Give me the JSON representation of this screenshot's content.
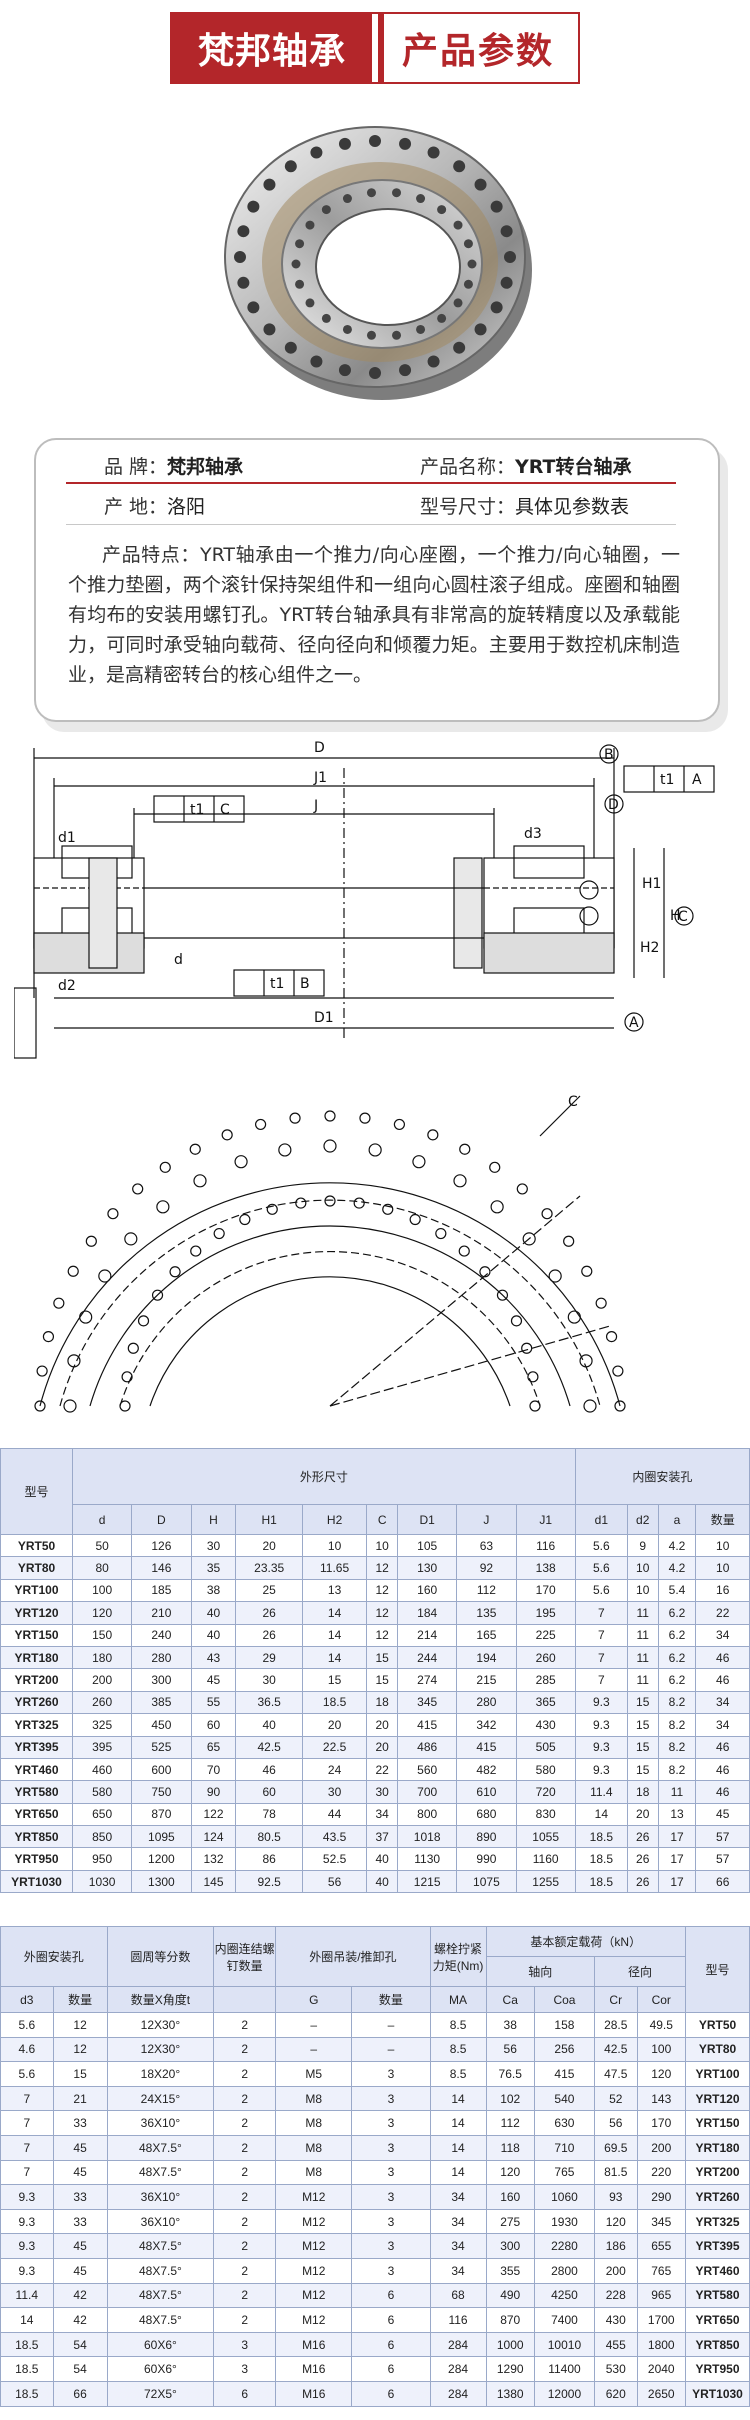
{
  "banner": {
    "brand": "梵邦轴承",
    "section": "产品参数"
  },
  "info": {
    "brand_label": "品    牌：",
    "brand_value": "梵邦轴承",
    "name_label": "产品名称：",
    "name_value": "YRT转台轴承",
    "origin_label": "产    地：",
    "origin_value": "洛阳",
    "size_label": "型号尺寸：",
    "size_value": "具体见参数表",
    "description": "产品特点：YRT轴承由一个推力/向心座圈，一个推力/向心轴圈，一个推力垫圈，两个滚针保持架组件和一组向心圆柱滚子组成。座圈和轴圈有均布的安装用螺钉孔。YRT转台轴承具有非常高的旋转精度以及承载能力，可同时承受轴向载荷、径向径向和倾覆力矩。主要用于数控机床制造业，是高精密转台的核心组件之一。"
  },
  "drawing": {
    "labels": {
      "D": "D",
      "J1": "J1",
      "J": "J",
      "B": "B",
      "t1": "t1",
      "A": "A",
      "C": "C",
      "d1": "d1",
      "d3": "d3",
      "H1": "H1",
      "H": "H",
      "H2": "H2",
      "d": "d",
      "d2": "d2",
      "D1": "D1",
      "c": "C"
    }
  },
  "table1": {
    "col_model": "型号",
    "group_outer": "外形尺寸",
    "group_inner": "内圈安装孔",
    "cols": [
      "d",
      "D",
      "H",
      "H1",
      "H2",
      "C",
      "D1",
      "J",
      "J1",
      "d1",
      "d2",
      "a",
      "数量"
    ],
    "rows": [
      [
        "YRT50",
        "50",
        "126",
        "30",
        "20",
        "10",
        "10",
        "105",
        "63",
        "116",
        "5.6",
        "9",
        "4.2",
        "10"
      ],
      [
        "YRT80",
        "80",
        "146",
        "35",
        "23.35",
        "11.65",
        "12",
        "130",
        "92",
        "138",
        "5.6",
        "10",
        "4.2",
        "10"
      ],
      [
        "YRT100",
        "100",
        "185",
        "38",
        "25",
        "13",
        "12",
        "160",
        "112",
        "170",
        "5.6",
        "10",
        "5.4",
        "16"
      ],
      [
        "YRT120",
        "120",
        "210",
        "40",
        "26",
        "14",
        "12",
        "184",
        "135",
        "195",
        "7",
        "11",
        "6.2",
        "22"
      ],
      [
        "YRT150",
        "150",
        "240",
        "40",
        "26",
        "14",
        "12",
        "214",
        "165",
        "225",
        "7",
        "11",
        "6.2",
        "34"
      ],
      [
        "YRT180",
        "180",
        "280",
        "43",
        "29",
        "14",
        "15",
        "244",
        "194",
        "260",
        "7",
        "11",
        "6.2",
        "46"
      ],
      [
        "YRT200",
        "200",
        "300",
        "45",
        "30",
        "15",
        "15",
        "274",
        "215",
        "285",
        "7",
        "11",
        "6.2",
        "46"
      ],
      [
        "YRT260",
        "260",
        "385",
        "55",
        "36.5",
        "18.5",
        "18",
        "345",
        "280",
        "365",
        "9.3",
        "15",
        "8.2",
        "34"
      ],
      [
        "YRT325",
        "325",
        "450",
        "60",
        "40",
        "20",
        "20",
        "415",
        "342",
        "430",
        "9.3",
        "15",
        "8.2",
        "34"
      ],
      [
        "YRT395",
        "395",
        "525",
        "65",
        "42.5",
        "22.5",
        "20",
        "486",
        "415",
        "505",
        "9.3",
        "15",
        "8.2",
        "46"
      ],
      [
        "YRT460",
        "460",
        "600",
        "70",
        "46",
        "24",
        "22",
        "560",
        "482",
        "580",
        "9.3",
        "15",
        "8.2",
        "46"
      ],
      [
        "YRT580",
        "580",
        "750",
        "90",
        "60",
        "30",
        "30",
        "700",
        "610",
        "720",
        "11.4",
        "18",
        "11",
        "46"
      ],
      [
        "YRT650",
        "650",
        "870",
        "122",
        "78",
        "44",
        "34",
        "800",
        "680",
        "830",
        "14",
        "20",
        "13",
        "45"
      ],
      [
        "YRT850",
        "850",
        "1095",
        "124",
        "80.5",
        "43.5",
        "37",
        "1018",
        "890",
        "1055",
        "18.5",
        "26",
        "17",
        "57"
      ],
      [
        "YRT950",
        "950",
        "1200",
        "132",
        "86",
        "52.5",
        "40",
        "1130",
        "990",
        "1160",
        "18.5",
        "26",
        "17",
        "57"
      ],
      [
        "YRT1030",
        "1030",
        "1300",
        "145",
        "92.5",
        "56",
        "40",
        "1215",
        "1075",
        "1255",
        "18.5",
        "26",
        "17",
        "66"
      ]
    ]
  },
  "table2": {
    "h_outer_holes": "外圈安装孔",
    "h_div": "圆周等分数",
    "h_inner_screws": "内圈连结螺钉数量",
    "h_lift": "外圈吊装/推卸孔",
    "h_torque": "螺栓拧紧力矩(Nm)",
    "h_load": "基本额定载荷（kN）",
    "h_axial": "轴向",
    "h_radial": "径向",
    "h_model": "型号",
    "sub": [
      "d3",
      "数量",
      "数量X角度t",
      "",
      "G",
      "数量",
      "MA",
      "Ca",
      "Coa",
      "Cr",
      "Cor"
    ],
    "rows": [
      [
        "5.6",
        "12",
        "12X30°",
        "2",
        "–",
        "–",
        "8.5",
        "38",
        "158",
        "28.5",
        "49.5",
        "YRT50"
      ],
      [
        "4.6",
        "12",
        "12X30°",
        "2",
        "–",
        "–",
        "8.5",
        "56",
        "256",
        "42.5",
        "100",
        "YRT80"
      ],
      [
        "5.6",
        "15",
        "18X20°",
        "2",
        "M5",
        "3",
        "8.5",
        "76.5",
        "415",
        "47.5",
        "120",
        "YRT100"
      ],
      [
        "7",
        "21",
        "24X15°",
        "2",
        "M8",
        "3",
        "14",
        "102",
        "540",
        "52",
        "143",
        "YRT120"
      ],
      [
        "7",
        "33",
        "36X10°",
        "2",
        "M8",
        "3",
        "14",
        "112",
        "630",
        "56",
        "170",
        "YRT150"
      ],
      [
        "7",
        "45",
        "48X7.5°",
        "2",
        "M8",
        "3",
        "14",
        "118",
        "710",
        "69.5",
        "200",
        "YRT180"
      ],
      [
        "7",
        "45",
        "48X7.5°",
        "2",
        "M8",
        "3",
        "14",
        "120",
        "765",
        "81.5",
        "220",
        "YRT200"
      ],
      [
        "9.3",
        "33",
        "36X10°",
        "2",
        "M12",
        "3",
        "34",
        "160",
        "1060",
        "93",
        "290",
        "YRT260"
      ],
      [
        "9.3",
        "33",
        "36X10°",
        "2",
        "M12",
        "3",
        "34",
        "275",
        "1930",
        "120",
        "345",
        "YRT325"
      ],
      [
        "9.3",
        "45",
        "48X7.5°",
        "2",
        "M12",
        "3",
        "34",
        "300",
        "2280",
        "186",
        "655",
        "YRT395"
      ],
      [
        "9.3",
        "45",
        "48X7.5°",
        "2",
        "M12",
        "3",
        "34",
        "355",
        "2800",
        "200",
        "765",
        "YRT460"
      ],
      [
        "11.4",
        "42",
        "48X7.5°",
        "2",
        "M12",
        "6",
        "68",
        "490",
        "4250",
        "228",
        "965",
        "YRT580"
      ],
      [
        "14",
        "42",
        "48X7.5°",
        "2",
        "M12",
        "6",
        "116",
        "870",
        "7400",
        "430",
        "1700",
        "YRT650"
      ],
      [
        "18.5",
        "54",
        "60X6°",
        "3",
        "M16",
        "6",
        "284",
        "1000",
        "10010",
        "455",
        "1800",
        "YRT850"
      ],
      [
        "18.5",
        "54",
        "60X6°",
        "3",
        "M16",
        "6",
        "284",
        "1290",
        "11400",
        "530",
        "2040",
        "YRT950"
      ],
      [
        "18.5",
        "66",
        "72X5°",
        "6",
        "M16",
        "6",
        "284",
        "1380",
        "12000",
        "620",
        "2650",
        "YRT1030"
      ]
    ]
  }
}
